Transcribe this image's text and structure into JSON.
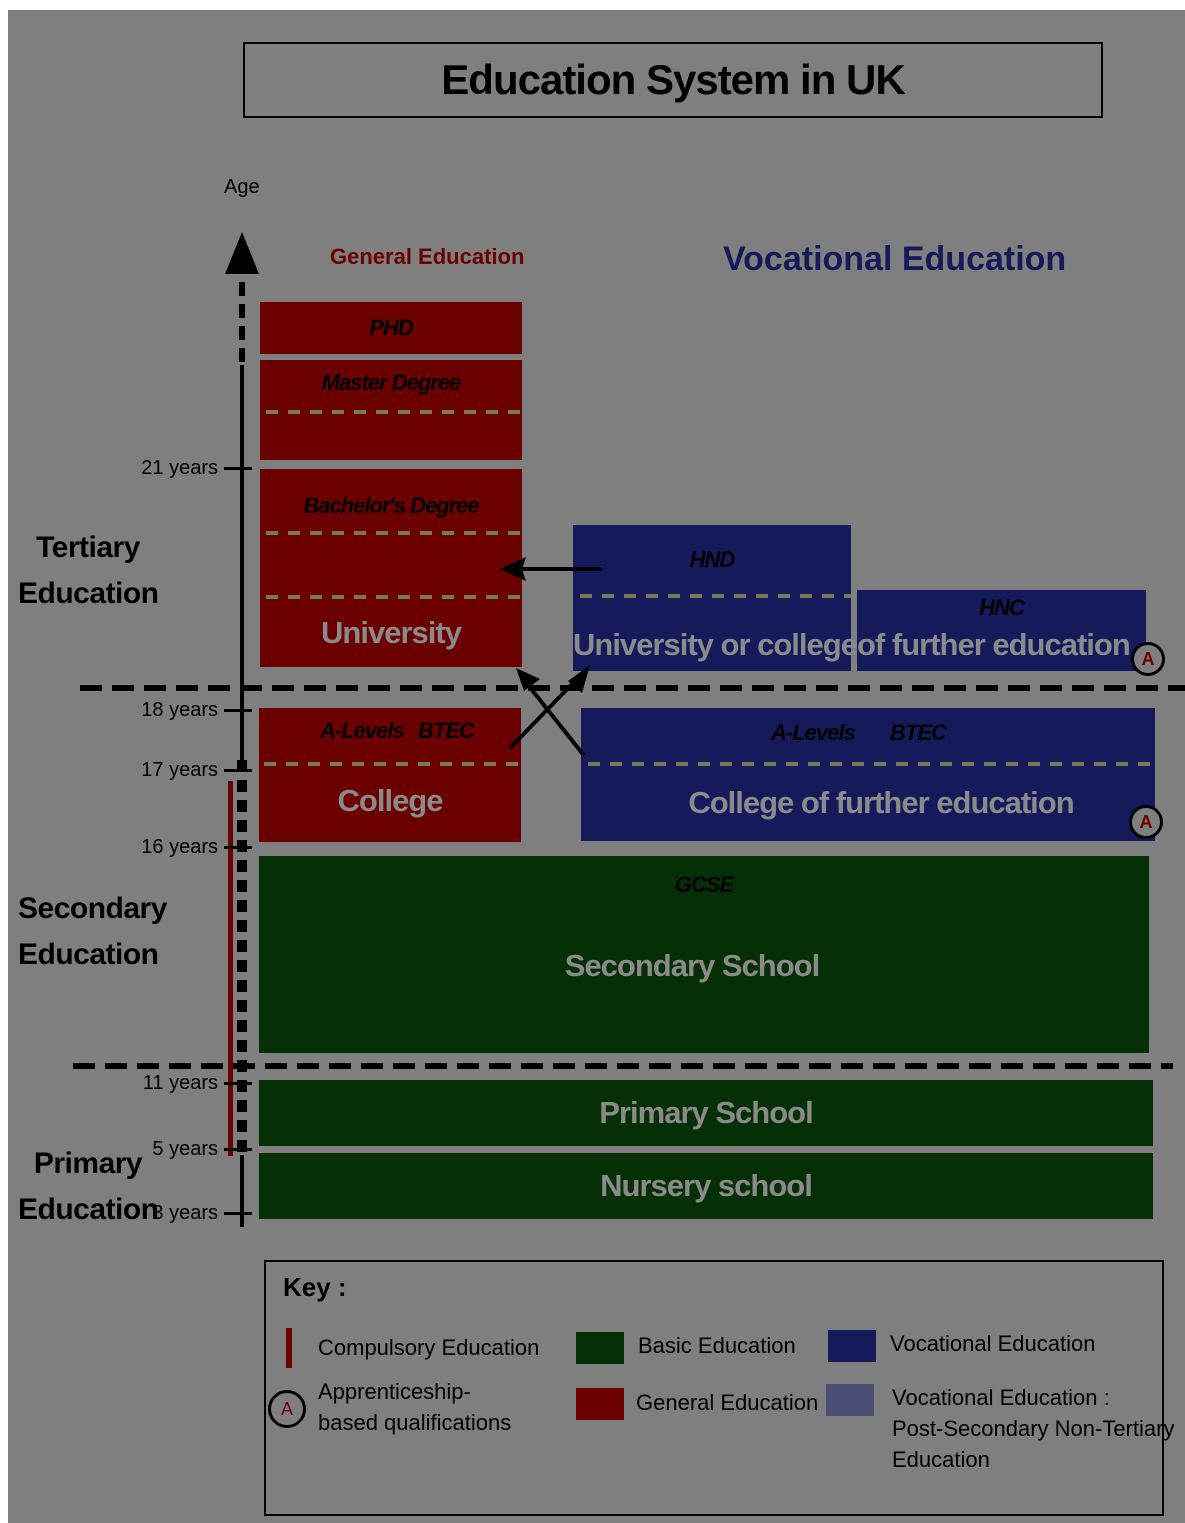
{
  "title": "Education System in UK",
  "axis": {
    "label": "Age",
    "ticks": [
      "21 years",
      "18 years",
      "17 years",
      "16 years",
      "11 years",
      "5 years",
      "3 years"
    ]
  },
  "headings": {
    "general": "General Education",
    "vocational": "Vocational Education"
  },
  "stages": {
    "tertiary": [
      "Tertiary",
      "Education"
    ],
    "secondary": [
      "Secondary",
      "Education"
    ],
    "primary": [
      "Primary",
      "Education"
    ]
  },
  "blocks": {
    "phd": "PHD",
    "master": "Master Degree",
    "bachelor": "Bachelor's Degree",
    "university": "University",
    "hnd": "HND",
    "hnc": "HNC",
    "uni_or_college": "University or college",
    "of_further": "of further education",
    "alevels_left": "A-Levels",
    "btec_left": "BTEC",
    "college": "College",
    "alevels_right": "A-Levels",
    "btec_right": "BTEC",
    "college_further": "College of further education",
    "gcse": "GCSE",
    "secondary_school": "Secondary School",
    "primary_school": "Primary School",
    "nursery_school": "Nursery school",
    "apprentice_marker": "A"
  },
  "key": {
    "title": "Key :",
    "compulsory": "Compulsory Education",
    "apprenticeship": [
      "Apprenticeship-",
      "based qualifications"
    ],
    "basic": "Basic Education",
    "general": "General Education",
    "vocational": "Vocational Education",
    "vocational_post": [
      "Vocational Education :",
      "Post-Secondary Non-Tertiary",
      "Education"
    ]
  },
  "colors": {
    "background": "#7f7f7f",
    "general": "#6b0000",
    "vocational": "#141a5a",
    "vocational_post": "#4a4e74",
    "basic": "#053005"
  }
}
